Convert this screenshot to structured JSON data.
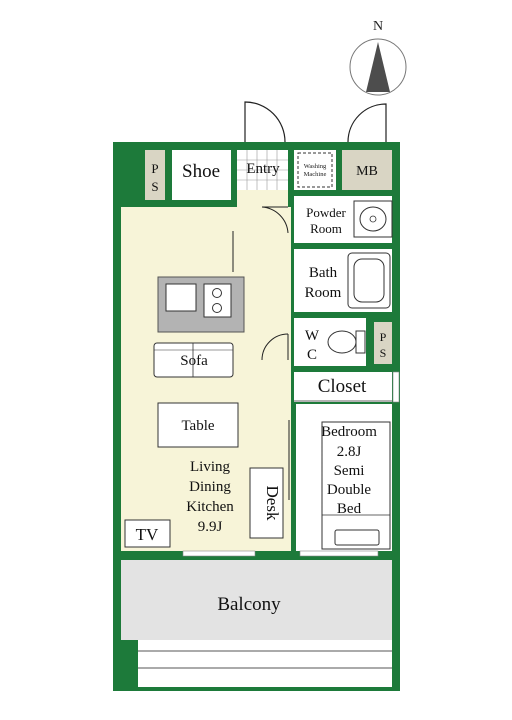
{
  "compass": {
    "north": "N"
  },
  "colors": {
    "wall": "#1d7a3a",
    "floor_ldk": "#f7f4d8",
    "floor_corridor": "#f7f4d8",
    "floor_white": "#ffffff",
    "balcony": "#e3e3e3",
    "utility_box": "#d9d5c4",
    "kitchen_counter": "#b3b3b3"
  },
  "labels": {
    "ps_top_a": "P",
    "ps_top_b": "S",
    "shoe": "Shoe",
    "entry": "Entry",
    "washing_a": "Washing",
    "washing_b": "Machine",
    "mb": "MB",
    "powder_a": "Powder",
    "powder_b": "Room",
    "bath_a": "Bath",
    "bath_b": "Room",
    "wc_a": "W",
    "wc_b": "C",
    "ps_wc_a": "P",
    "ps_wc_b": "S",
    "closet": "Closet",
    "sofa": "Sofa",
    "table": "Table",
    "ldk_1": "Living",
    "ldk_2": "Dining",
    "ldk_3": "Kitchen",
    "ldk_4": "9.9J",
    "desk": "Desk",
    "tv": "TV",
    "bed_1": "Bedroom",
    "bed_2": "2.8J",
    "bed_3": "Semi",
    "bed_4": "Double",
    "bed_5": "Bed",
    "balcony": "Balcony"
  }
}
